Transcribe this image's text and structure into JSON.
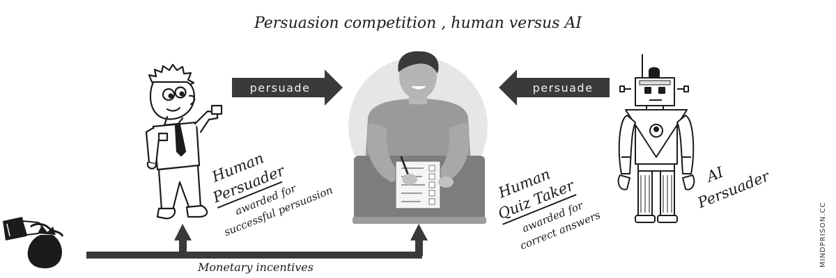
{
  "diagram": {
    "title": "Persuasion competition , human versus AI",
    "arrows": {
      "left_label": "persuade",
      "right_label": "persuade"
    },
    "human_persuader": {
      "title_line1": "Human",
      "title_line2": "Persuader",
      "note_line1": "awarded for",
      "note_line2": "successful persuasion"
    },
    "quiz_taker": {
      "title_line1": "Human",
      "title_line2": "Quiz Taker",
      "note_line1": "awarded for",
      "note_line2": "correct answers"
    },
    "ai_persuader": {
      "title_line1": "AI",
      "title_line2": "Persuader"
    },
    "incentives_label": "Monetary incentives",
    "watermark": "MINDPRISON.CC"
  },
  "colors": {
    "arrow": "#3a3a3a",
    "arrow_text": "#f2f2f2",
    "ink": "#1b1b1b",
    "halo": "#e6e6e6",
    "desk": "#8a8a8a",
    "person": "#9a9a9a"
  }
}
